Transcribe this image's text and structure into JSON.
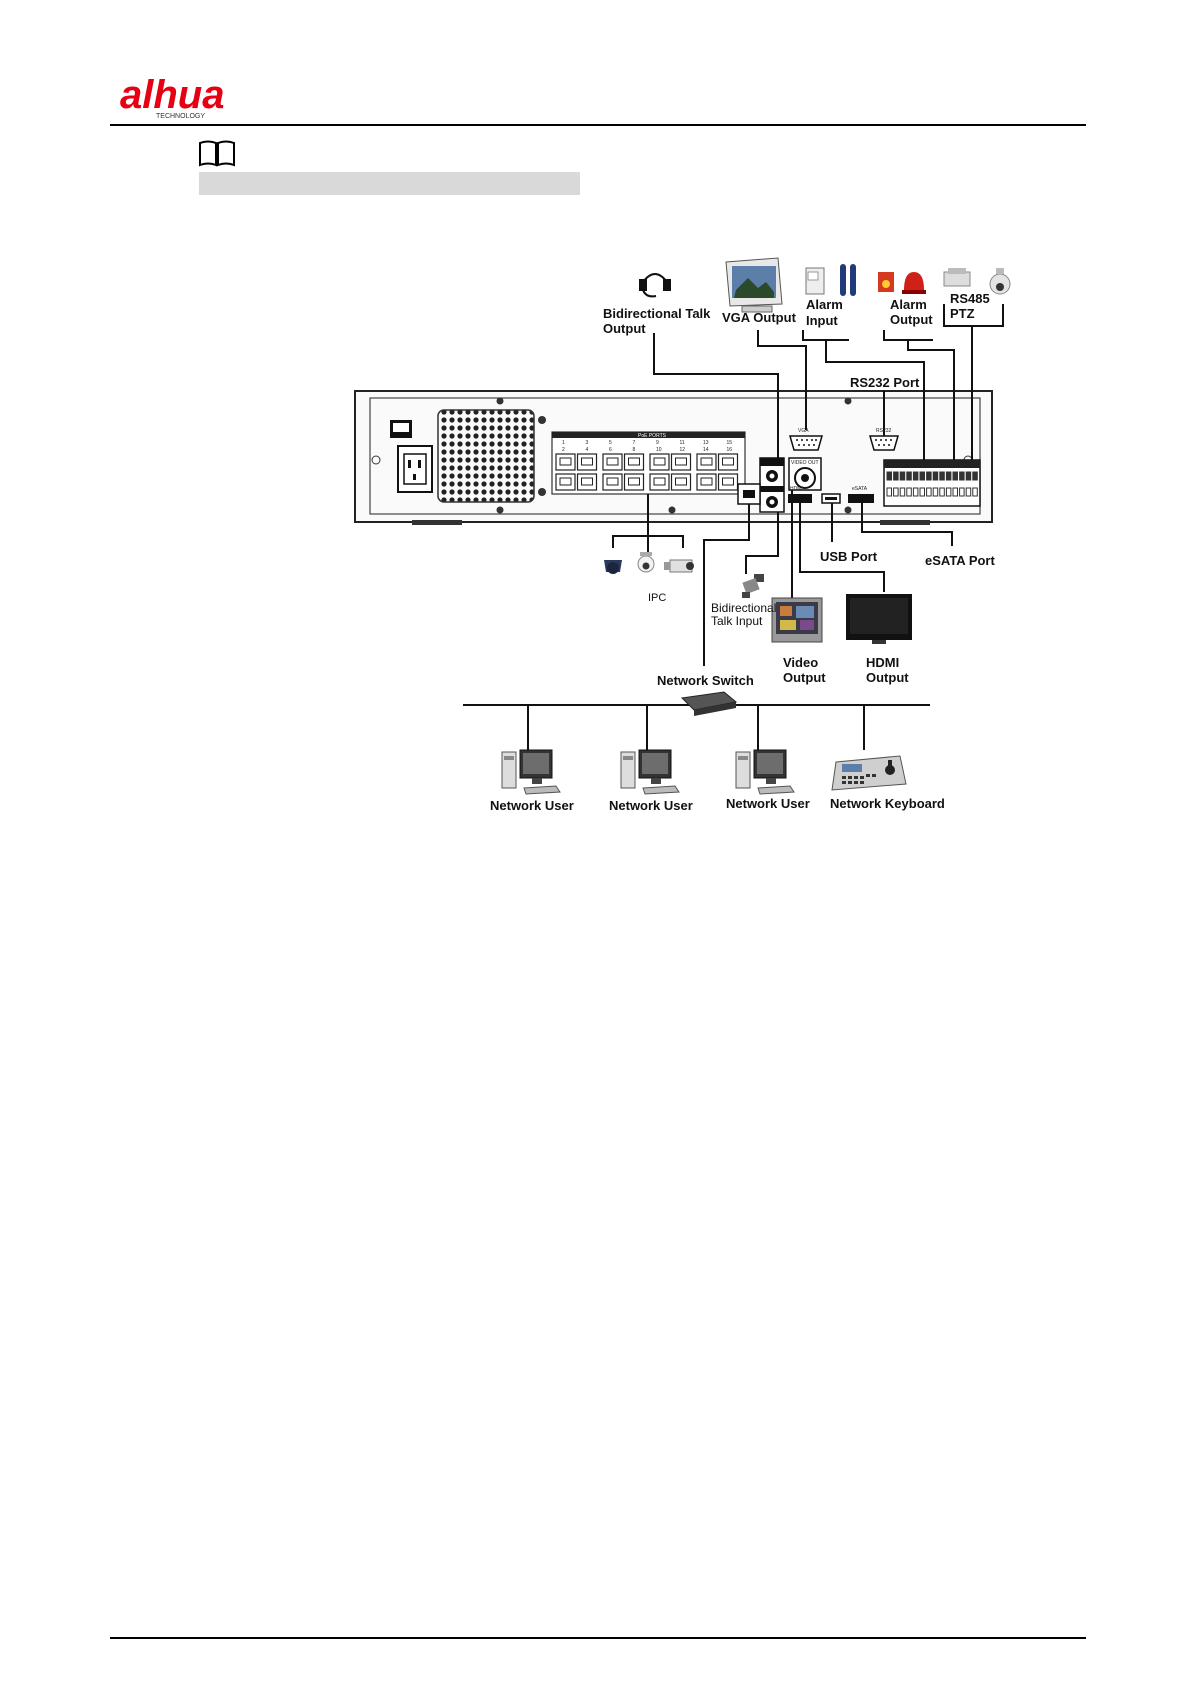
{
  "brand": {
    "logo_text": "alhua",
    "logo_sub": "TECHNOLOGY",
    "logo_color": "#e60012"
  },
  "labels": {
    "bidirectional_talk_output": [
      "Bidirectional Talk",
      "Output"
    ],
    "vga_output": "VGA Output",
    "alarm_input": [
      "Alarm",
      "Input"
    ],
    "alarm_output": [
      "Alarm",
      "Output"
    ],
    "rs485_ptz": [
      "RS485",
      "PTZ"
    ],
    "rs232_port": "RS232 Port",
    "usb_port": "USB Port",
    "esata_port": "eSATA Port",
    "ipc": "IPC",
    "bidirectional_talk_input": [
      "Bidirectional",
      "Talk Input"
    ],
    "video_output": [
      "Video",
      "Output"
    ],
    "hdmi_output": [
      "HDMI",
      "Output"
    ],
    "network_switch": "Network Switch",
    "network_users": [
      "Network User",
      "Network User",
      "Network User"
    ],
    "network_keyboard": "Network Keyboard"
  },
  "panel_labels": {
    "poe_ports": "PoE PORTS",
    "port_numbers_top": [
      "1",
      "3",
      "5",
      "7",
      "9",
      "11",
      "13",
      "15"
    ],
    "port_numbers_bottom": [
      "2",
      "4",
      "6",
      "8",
      "10",
      "12",
      "14",
      "16"
    ],
    "vga": "VGA",
    "rs232": "RS232",
    "video_out": "VIDEO OUT",
    "hdmi": "HDMI",
    "esata": "eSATA"
  }
}
